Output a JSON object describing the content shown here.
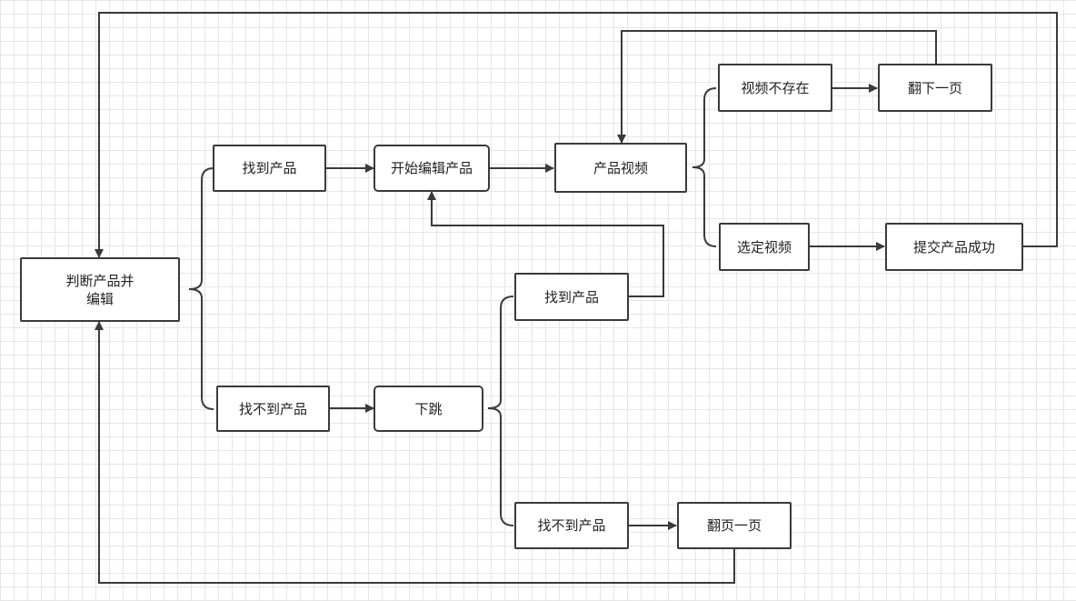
{
  "nodes": {
    "judge_edit": "判断产品并\n编辑",
    "found_product_1": "找到产品",
    "not_found_product_1": "找不到产品",
    "start_edit": "开始编辑产品",
    "product_video": "产品视频",
    "video_missing": "视频不存在",
    "next_page_1": "翻下一页",
    "select_video": "选定视频",
    "submit_success": "提交产品成功",
    "jump_down": "下跳",
    "found_product_2": "找到产品",
    "not_found_product_2": "找不到产品",
    "next_page_2": "翻页一页"
  },
  "colors": {
    "stroke": "#3a3a3a",
    "grid": "#e6e6e6",
    "background": "#ffffff"
  }
}
